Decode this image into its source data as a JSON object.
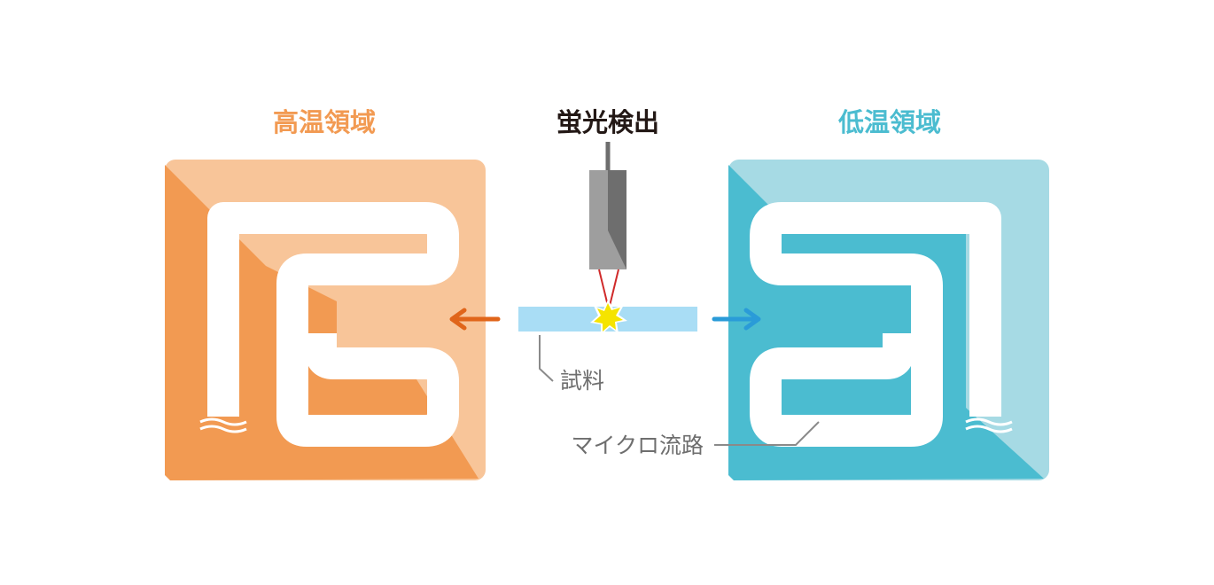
{
  "labels": {
    "high_temp": "高温領域",
    "low_temp": "低温領域",
    "fluorescence": "蛍光検出",
    "sample": "試料",
    "microchannel": "マイクロ流路"
  },
  "colors": {
    "high_dark": "#F29A52",
    "high_light": "#F8C599",
    "low_dark": "#4BBCD0",
    "low_light": "#A6DAE4",
    "sample_channel": "#A9DDF5",
    "arrow_left": "#E0651A",
    "arrow_right": "#2A9BD8",
    "detector_dark": "#6E6E6E",
    "detector_light": "#9E9E9E",
    "laser": "#D02A2A",
    "spark": "#F5E400",
    "callout_line": "#8A8A8A",
    "text_dark": "#231815",
    "text_gray": "#6E6E6E"
  },
  "icons": {
    "arrow_left": "arrow-left-icon",
    "arrow_right": "arrow-right-icon",
    "spark": "fluorescence-spark-icon",
    "detector": "detector-icon",
    "wave": "channel-break-wave-icon"
  }
}
